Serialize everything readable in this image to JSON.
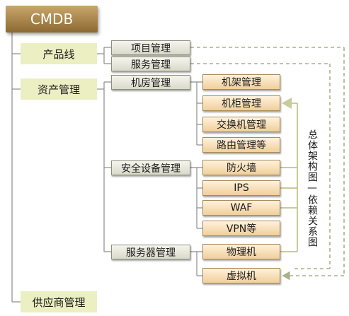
{
  "root": {
    "label": "CMDB"
  },
  "categories": [
    "产品线",
    "资产管理",
    "供应商管理"
  ],
  "product_line_items": [
    "项目管理",
    "服务管理"
  ],
  "asset_groups": [
    "机房管理",
    "安全设备管理",
    "服务器管理"
  ],
  "datacenter_items": [
    "机架管理",
    "机柜管理",
    "交换机管理",
    "路由管理等"
  ],
  "security_items": [
    "防火墙",
    "IPS",
    "WAF",
    "VPN等"
  ],
  "server_items": [
    "物理机",
    "虚拟机"
  ],
  "side_label": "总体架构图—依赖关系图",
  "colors": {
    "root": "#a7823e",
    "category": "#ecefc2",
    "mid_border": "#8e8f79",
    "leaf_fill": "#f6dcb0",
    "connector": "#8c8c8c",
    "dashed": "#aab08a",
    "arrow": "#c7cc98"
  }
}
